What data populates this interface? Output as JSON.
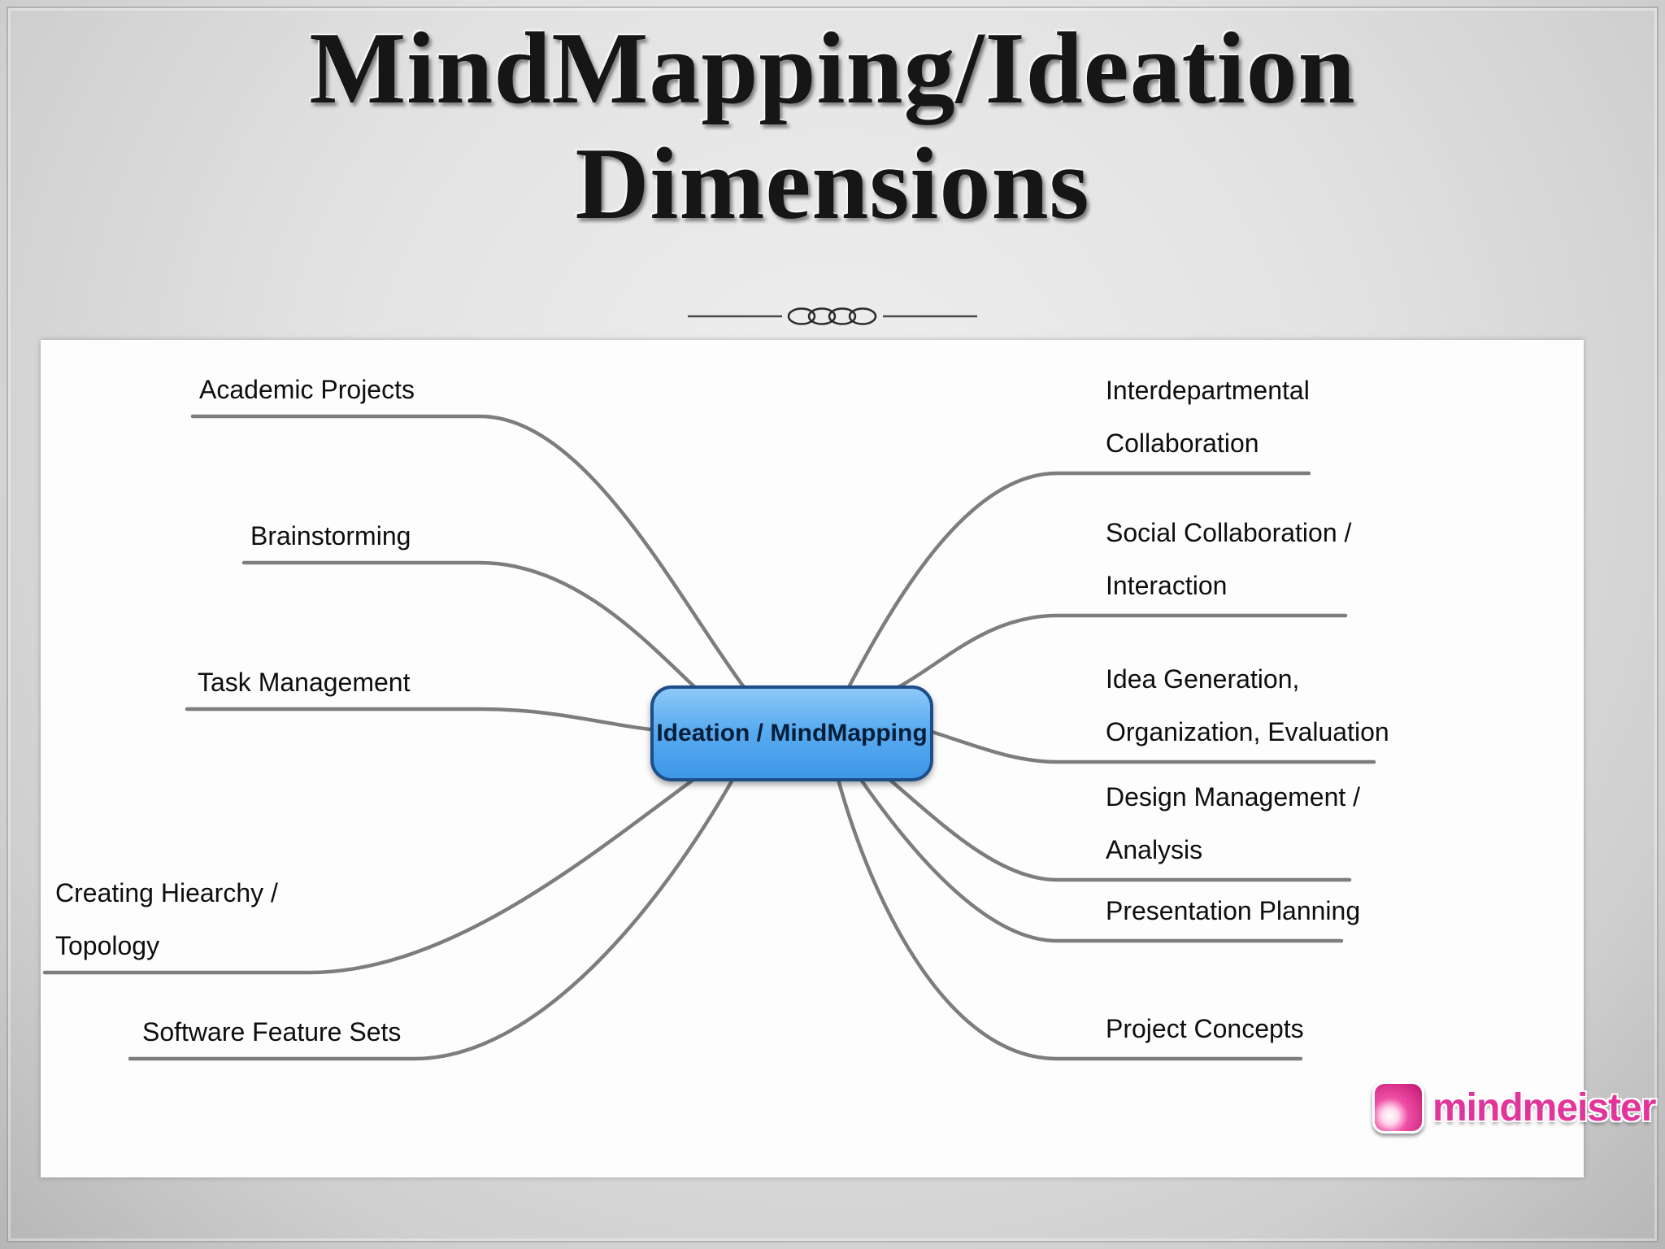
{
  "slide": {
    "title_line1": "MindMapping/Ideation",
    "title_line2": "Dimensions"
  },
  "mindmap": {
    "center_label": "Ideation / MindMapping",
    "left_nodes": [
      {
        "lines": [
          "Academic Projects"
        ]
      },
      {
        "lines": [
          "Brainstorming"
        ]
      },
      {
        "lines": [
          "Task Management"
        ]
      },
      {
        "lines": [
          "Creating Hiearchy /",
          "Topology"
        ]
      },
      {
        "lines": [
          "Software Feature Sets"
        ]
      }
    ],
    "right_nodes": [
      {
        "lines": [
          "Interdepartmental",
          "Collaboration"
        ]
      },
      {
        "lines": [
          "Social Collaboration /",
          "Interaction"
        ]
      },
      {
        "lines": [
          "Idea Generation,",
          "Organization, Evaluation"
        ]
      },
      {
        "lines": [
          "Design Management /",
          "Analysis"
        ]
      },
      {
        "lines": [
          "Presentation Planning"
        ]
      },
      {
        "lines": [
          "Project Concepts"
        ]
      }
    ],
    "colors": {
      "center_fill": "#5aacf0",
      "center_border": "#1d4e89",
      "connector": "#7d7d7d"
    }
  },
  "branding": {
    "logo_text": "mindmeister"
  }
}
